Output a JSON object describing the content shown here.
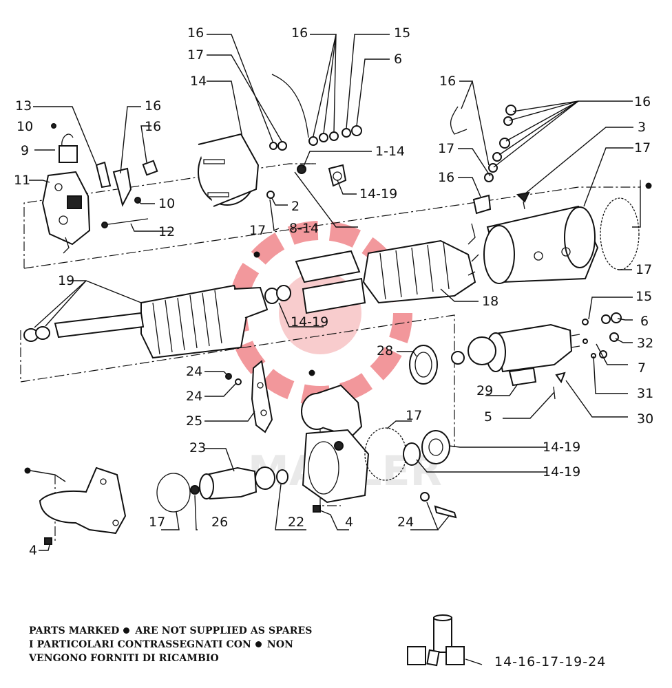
{
  "callouts": {
    "c16_a": "16",
    "c17_a": "17",
    "c14_a": "14",
    "c16_b": "16",
    "c15_a": "15",
    "c6_a": "6",
    "c13": "13",
    "c16_c": "16",
    "c10_a": "10",
    "c16_d": "16",
    "c9": "9",
    "c11": "11",
    "c10_b": "10",
    "c12": "12",
    "c1_14": "1-14",
    "c14_19_a": "14-19",
    "c2": "2",
    "c17_b": "17",
    "c8_14": "8-14",
    "c16_e": "16",
    "c16_f": "16",
    "c3": "3",
    "c17_c": "17",
    "c16_g": "16",
    "c17_d": "17",
    "c17_e": "17",
    "c18": "18",
    "c19": "19",
    "c14_19_b": "14-19",
    "c15_b": "15",
    "c6_b": "6",
    "c32": "32",
    "c7": "7",
    "c31": "31",
    "c30": "30",
    "c28": "28",
    "c29": "29",
    "c5": "5",
    "c24_a": "24",
    "c24_b": "24",
    "c25": "25",
    "c17_f": "17",
    "c14_19_c": "14-19",
    "c23": "23",
    "c14_19_d": "14-19",
    "c17_g": "17",
    "c26": "26",
    "c22": "22",
    "c4_a": "4",
    "c24_c": "24",
    "c4_b": "4"
  },
  "legend": {
    "line1_before": "PARTS MARKED",
    "line1_after": "ARE NOT SUPPLIED AS SPARES",
    "line2_before": "I PARTICOLARI CONTRASSEGNATI CON",
    "line2_after": "NON",
    "line3": "VENGONO FORNITI DI RICAMBIO"
  },
  "kit_label": "14-16-17-19-24",
  "watermark_text": "MAHLER",
  "colors": {
    "ink": "#111111",
    "watermark": "#e8434a"
  }
}
